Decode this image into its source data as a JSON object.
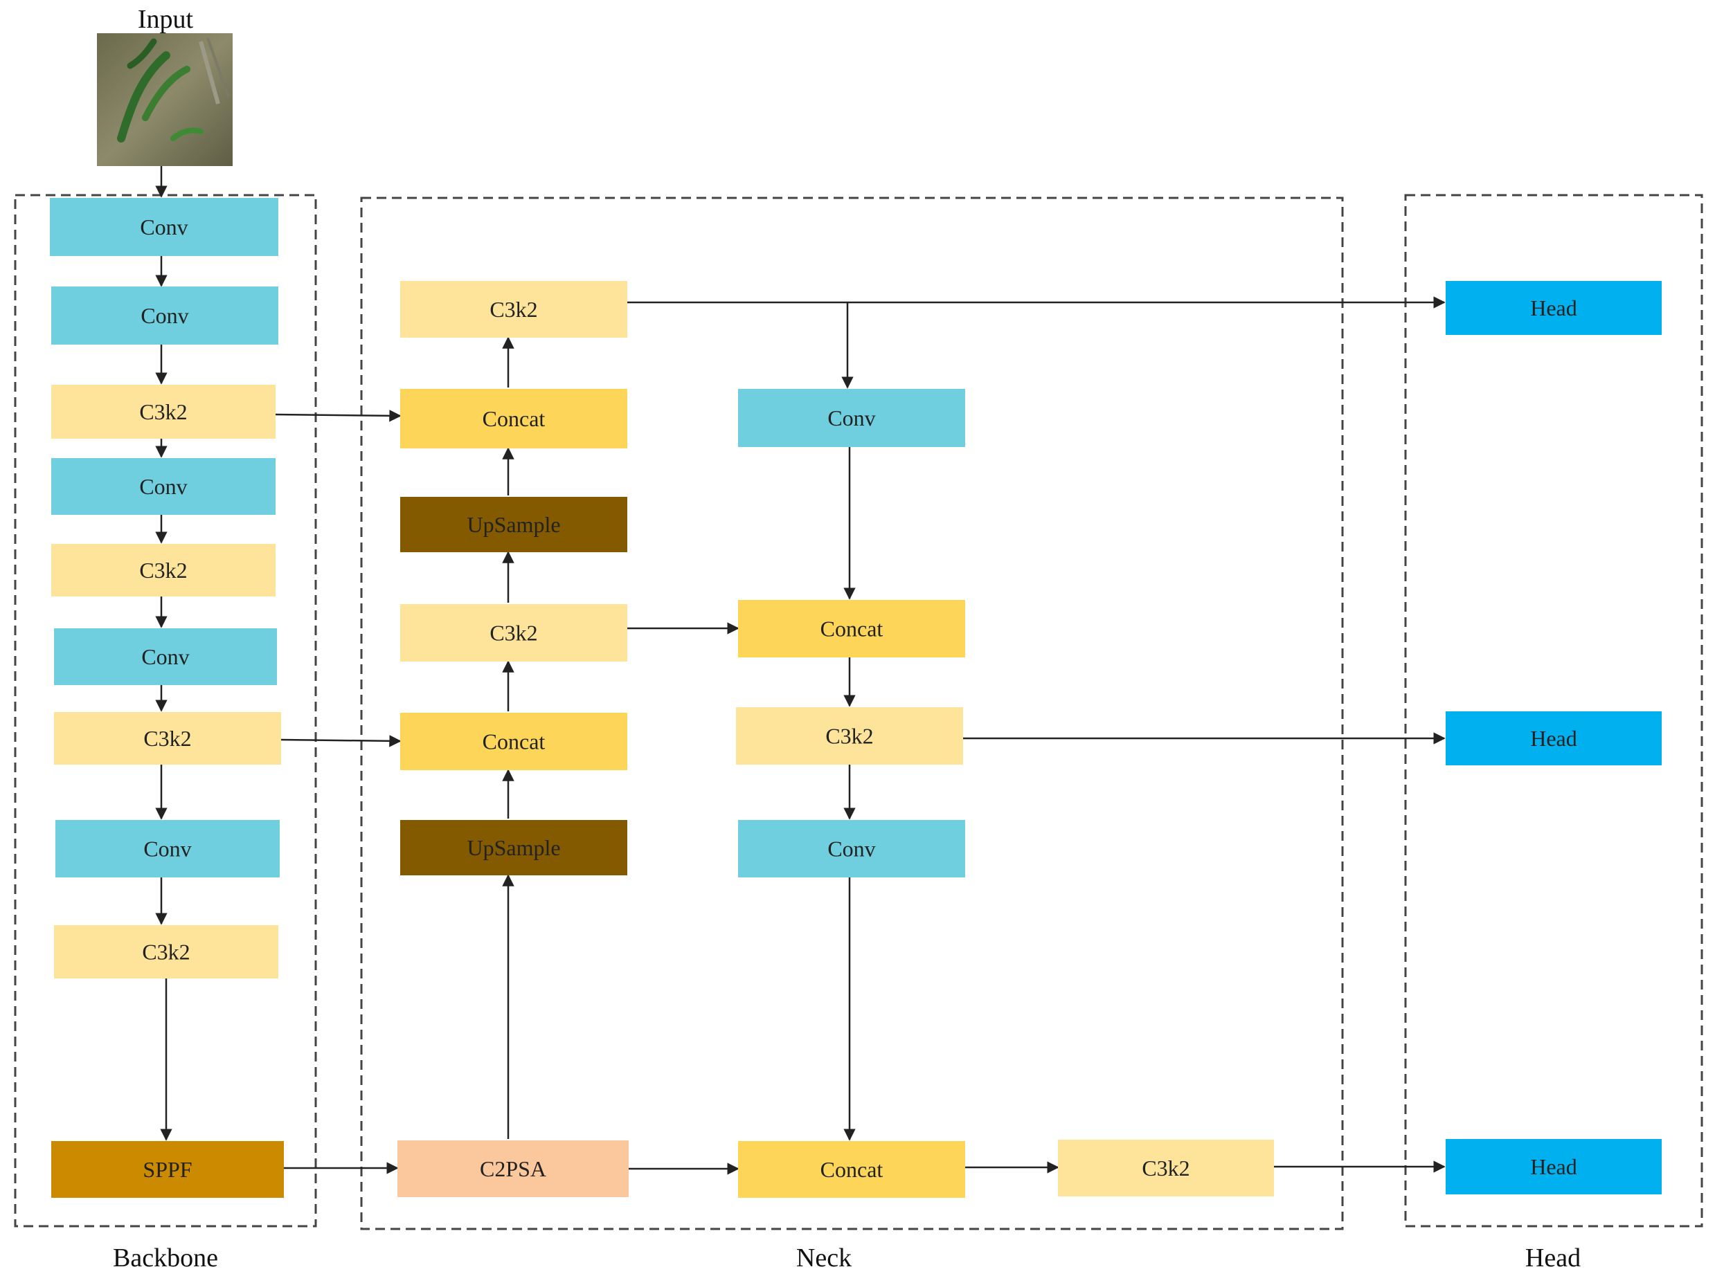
{
  "colors": {
    "Conv": "#6fcfdf",
    "C3k2": "#fde49a",
    "Concat": "#fdd659",
    "UpSample": "#845a00",
    "SPPF": "#cb8a00",
    "C2PSA": "#fbc79c",
    "Head": "#00b0ef",
    "line": "#222222",
    "dash": "#444444"
  },
  "input": {
    "label": "Input"
  },
  "sections": {
    "backbone": "Backbone",
    "neck": "Neck",
    "head": "Head"
  },
  "nodes": {
    "b_conv1": "Conv",
    "b_conv2": "Conv",
    "b_c3k2_1": "C3k2",
    "b_conv3": "Conv",
    "b_c3k2_2": "C3k2",
    "b_conv4": "Conv",
    "b_c3k2_3": "C3k2",
    "b_conv5": "Conv",
    "b_c3k2_4": "C3k2",
    "b_sppf": "SPPF",
    "n_c3k2_top": "C3k2",
    "n_concat1": "Concat",
    "n_upsample1": "UpSample",
    "n_c3k2_mid": "C3k2",
    "n_concat2": "Concat",
    "n_upsample2": "UpSample",
    "n_c2psa": "C2PSA",
    "n_conv_a": "Conv",
    "n_concat3": "Concat",
    "n_c3k2_r": "C3k2",
    "n_conv_b": "Conv",
    "n_concat4": "Concat",
    "n_c3k2_bottom": "C3k2",
    "h1": "Head",
    "h2": "Head",
    "h3": "Head"
  }
}
